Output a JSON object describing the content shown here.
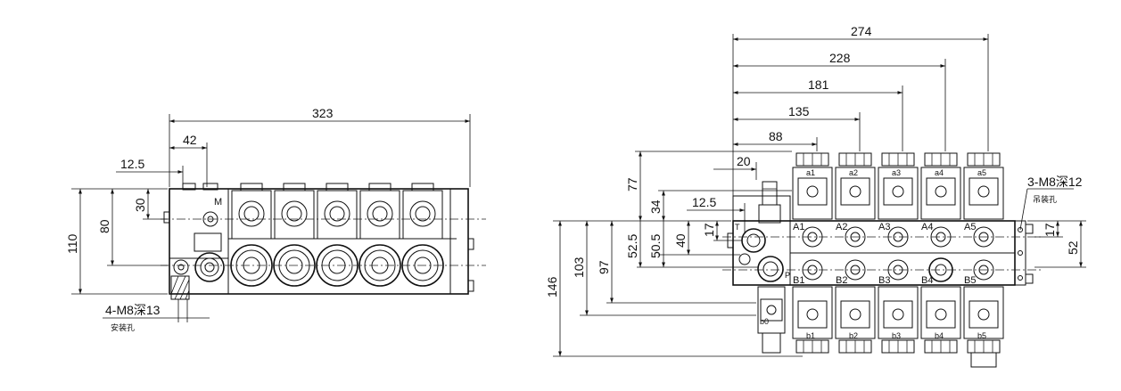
{
  "left_view": {
    "dims": {
      "overall_width": "323",
      "offset_42": "42",
      "offset_12_5": "12.5",
      "height_110": "110",
      "height_80": "80",
      "height_30": "30"
    },
    "port_label": "M",
    "note_line1": "4-M8深13",
    "note_line2": "安装孔"
  },
  "right_view": {
    "dims": {
      "d274": "274",
      "d228": "228",
      "d181": "181",
      "d135": "135",
      "d88": "88",
      "d20": "20",
      "d12_5": "12.5",
      "d77": "77",
      "d34": "34",
      "d17_left": "17",
      "d40": "40",
      "d50_5": "50.5",
      "d52_5": "52.5",
      "d97": "97",
      "d103": "103",
      "d146": "146",
      "d17_right": "17",
      "d52": "52"
    },
    "note_line1": "3-M8深12",
    "note_line2": "吊装孔",
    "coil_top_labels": [
      "a1",
      "a2",
      "a3",
      "a4",
      "a5"
    ],
    "coil_bottom_labels": [
      "b1",
      "b2",
      "b3",
      "b4",
      "b5"
    ],
    "port_a_labels": [
      "A1",
      "A2",
      "A3",
      "A4",
      "A5"
    ],
    "port_b_labels": [
      "B1",
      "B2",
      "B3",
      "B4",
      "B5"
    ],
    "inlet_coil_label": "b0",
    "port_p": "P",
    "port_t": "T"
  }
}
